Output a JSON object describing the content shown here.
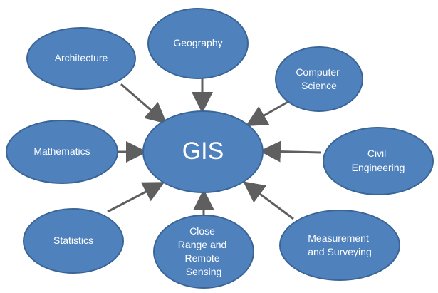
{
  "diagram": {
    "center": {
      "label": "GIS"
    },
    "nodes": [
      {
        "id": "architecture",
        "label_lines": [
          "Architecture"
        ]
      },
      {
        "id": "geography",
        "label_lines": [
          "Geography"
        ]
      },
      {
        "id": "computer-science",
        "label_lines": [
          "Computer",
          "Science"
        ]
      },
      {
        "id": "mathematics",
        "label_lines": [
          "Mathematics"
        ]
      },
      {
        "id": "civil-engineering",
        "label_lines": [
          "Civil",
          "Engineering"
        ]
      },
      {
        "id": "statistics",
        "label_lines": [
          "Statistics"
        ]
      },
      {
        "id": "close-range-remote-sensing",
        "label_lines": [
          "Close",
          "Range and",
          "Remote",
          "Sensing"
        ]
      },
      {
        "id": "measurement-surveying",
        "label_lines": [
          "Measurement",
          "and Surveying"
        ]
      }
    ],
    "colors": {
      "node_fill": "#4f81bd",
      "node_stroke": "#3a6597",
      "arrow": "#5f5f5f",
      "text": "#ffffff"
    }
  }
}
